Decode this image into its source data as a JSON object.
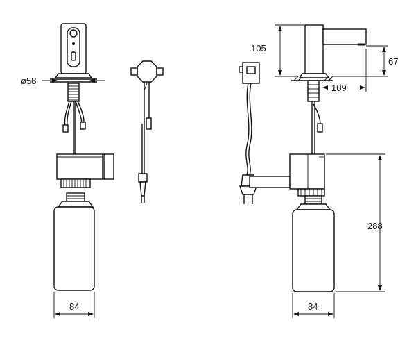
{
  "dimensions": {
    "spout_diameter": "ø58",
    "height_spout": "105",
    "height_outlet": "67",
    "projection": "109",
    "bottle_height": "288",
    "bottle_width_front": "84",
    "bottle_width_side": "84"
  }
}
